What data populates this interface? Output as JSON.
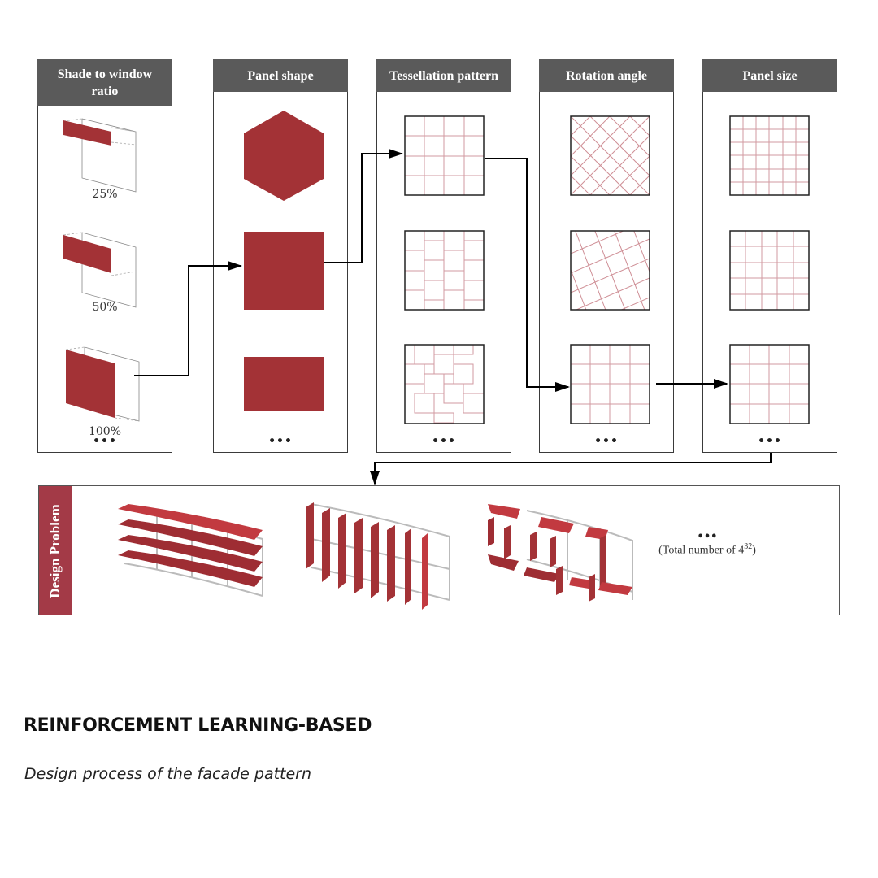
{
  "diagram": {
    "columns": [
      {
        "id": "shade",
        "header_line1": "Shade to window",
        "header_line2": "ratio",
        "options": [
          "25%",
          "50%",
          "100%"
        ],
        "more": "•••"
      },
      {
        "id": "shape",
        "header_line1": "Panel shape",
        "header_line2": "",
        "options": [
          "hexagon",
          "square",
          "rectangle"
        ],
        "more": "•••"
      },
      {
        "id": "tessellation",
        "header_line1": "Tessellation pattern",
        "header_line2": "",
        "options": [
          "grid",
          "running-bond",
          "pinwheel"
        ],
        "more": "•••"
      },
      {
        "id": "rotation",
        "header_line1": "Rotation angle",
        "header_line2": "",
        "options": [
          "45°",
          "~30°",
          "0°"
        ],
        "more": "•••"
      },
      {
        "id": "size",
        "header_line1": "Panel size",
        "header_line2": "",
        "options": [
          "6x6",
          "5x5",
          "4x4"
        ],
        "more": "•••"
      }
    ],
    "selected_path": [
      "100%",
      "square",
      "grid",
      "0°",
      "4x4"
    ],
    "design_problem": {
      "label": "Design Problem",
      "examples": [
        "horizontal-louvers",
        "vertical-fins",
        "mixed-pattern"
      ],
      "more": "•••",
      "total_text": "(Total number of 4",
      "total_exp": "32",
      "total_close": ")"
    },
    "colors": {
      "panel_red": "#a33236",
      "header_gray": "#5a5a5a",
      "side_label": "#a33a47",
      "grid_line": "#d9a3a7"
    }
  },
  "caption": {
    "title": "REINFORCEMENT LEARNING-BASED",
    "subtitle": "Design process of the facade pattern"
  }
}
